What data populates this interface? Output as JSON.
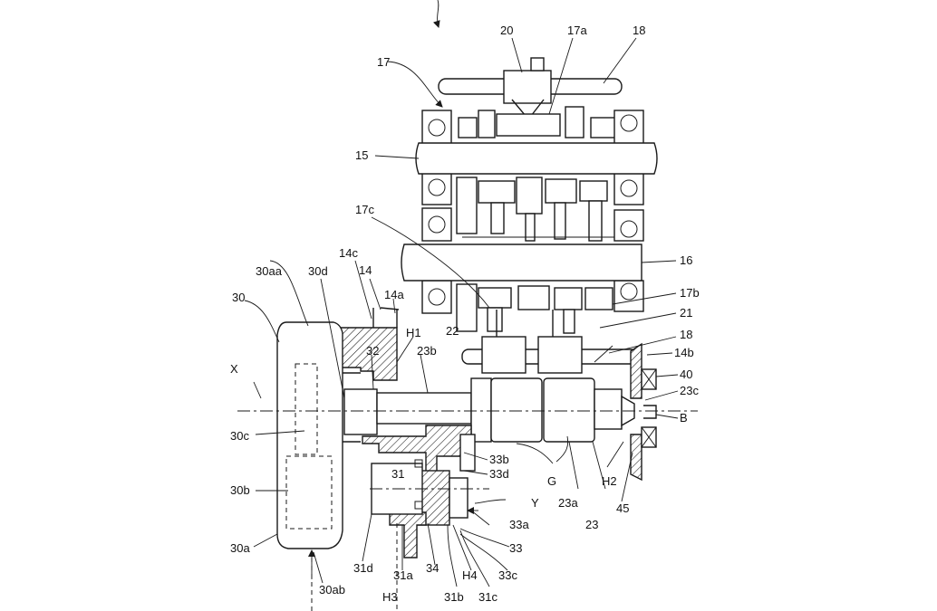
{
  "labels": {
    "l20": "20",
    "l17a": "17a",
    "l18top": "18",
    "l17": "17",
    "l15": "15",
    "l17c": "17c",
    "l16": "16",
    "l14c": "14c",
    "l14": "14",
    "l30aa": "30aa",
    "l30d": "30d",
    "l30": "30",
    "l14a": "14a",
    "l17b": "17b",
    "l21": "21",
    "l22": "22",
    "lH1": "H1",
    "l18mid": "18",
    "l32": "32",
    "l23b": "23b",
    "l14b": "14b",
    "lX": "X",
    "l40": "40",
    "l23c": "23c",
    "lB": "B",
    "l30c": "30c",
    "l33b": "33b",
    "l31": "31",
    "l33d": "33d",
    "l30b": "30b",
    "lG": "G",
    "lH2": "H2",
    "lY": "Y",
    "l23a": "23a",
    "l23": "23",
    "l45": "45",
    "l33a": "33a",
    "l30a": "30a",
    "l33": "33",
    "l31d": "31d",
    "l31a": "31a",
    "l34": "34",
    "lH4": "H4",
    "l33c": "33c",
    "l30ab": "30ab",
    "lH3": "H3",
    "l31b": "31b",
    "l31c": "31c"
  }
}
